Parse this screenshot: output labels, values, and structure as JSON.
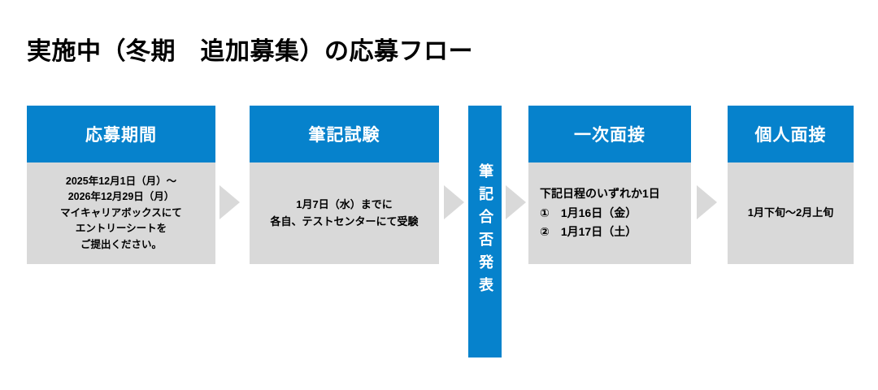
{
  "title": "実施中（冬期　追加募集）の応募フロー",
  "accent_color": "#0682cc",
  "body_color": "#d9d9d9",
  "arrow_color": "#d9d9d9",
  "stages": [
    {
      "header": "応募期間",
      "lines": [
        "2025年12月1日（月）〜",
        "2026年12月29日（月）",
        "マイキャリアボックスにて",
        "エントリーシートを",
        "ご提出ください。"
      ]
    },
    {
      "header": "筆記試験",
      "lines": [
        "1月7日（水）までに",
        "各自、テストセンターにて受験"
      ]
    },
    {
      "header": "筆記合否発表",
      "lines": []
    },
    {
      "header": "一次面接",
      "lines": [
        "下記日程のいずれか1日",
        "①　1月16日（金）",
        "②　1月17日（土）"
      ]
    },
    {
      "header": "個人面接",
      "lines": [
        "1月下旬〜2月上旬"
      ]
    }
  ],
  "arrows": {
    "glyph_name": "arrow-right-triangle",
    "count": 4
  }
}
